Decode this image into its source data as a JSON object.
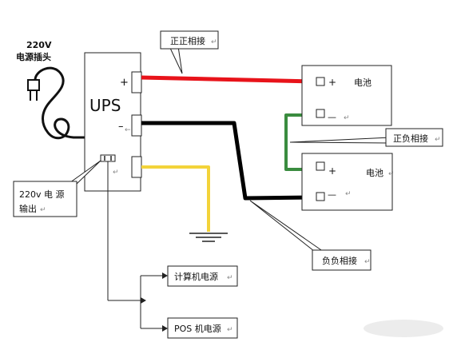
{
  "power_plug": {
    "label_line1": "220V",
    "label_line2": "电源插头"
  },
  "ups": {
    "title": "UPS",
    "plus": "+",
    "minus": "–",
    "minus_mark": "←",
    "side_mark": "↵"
  },
  "battery_top": {
    "label": "电池",
    "plus": "+",
    "minus": "—",
    "mark": "↵"
  },
  "battery_bottom": {
    "label": "电池",
    "plus": "+",
    "minus": "—",
    "mark": "↵",
    "mark2": "↵"
  },
  "callouts": {
    "positive_positive": "正正相接",
    "positive_negative": "正负相接",
    "negative_negative": "负负相接",
    "output": "220v 电 源",
    "output_line2": "输出",
    "arrow_mark": "↵"
  },
  "outputs": {
    "computer": "计算机电源",
    "pos": "POS 机电源",
    "mark": "↵"
  },
  "colors": {
    "red_wire": "#e8131a",
    "black_wire": "#000000",
    "green_wire": "#3a8c3f",
    "yellow_wire": "#f3d33a",
    "outline": "#222222"
  }
}
